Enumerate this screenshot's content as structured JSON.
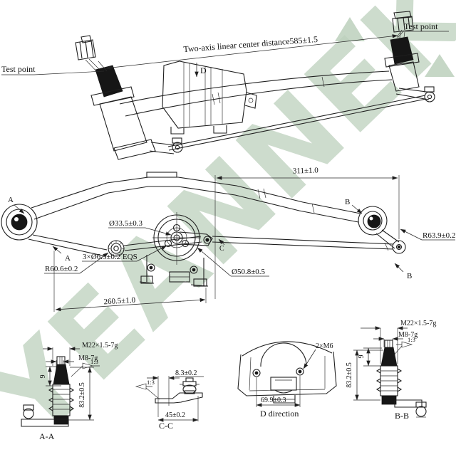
{
  "watermark": {
    "text": "YEANNEK",
    "color": "#c5d6c5"
  },
  "side_view": {
    "dim_center_distance": "Two-axis linear center distance585±1.5",
    "test_point_left": "Test point",
    "test_point_right": "Test point",
    "d_label": "D"
  },
  "plan_view": {
    "dim_311": "311±1.0",
    "dia_hub": "Ø33.5±0.3",
    "holes": "3×Ø6.5±0.2 EQS",
    "r_left": "R60.6±0.2",
    "r_right": "R63.9±0.2",
    "dia_mount": "Ø50.8±0.5",
    "dim_260": "260.5±1.0",
    "marker_a": "A",
    "marker_b": "B",
    "marker_c": "C"
  },
  "section_aa": {
    "caption": "A-A",
    "m22": "M22×1.5-7g",
    "m8": "M8-7g",
    "taper": "1:3",
    "dim9": "9",
    "dim83": "83.2±0.5"
  },
  "section_cc": {
    "caption": "C-C",
    "dim83mm": "8.3±0.2",
    "taper": "1:3",
    "dim45": "45±0.2"
  },
  "view_d": {
    "caption": "D direction",
    "bolts": "2×M6",
    "dim699": "69.9±0.3"
  },
  "section_bb": {
    "caption": "B-B",
    "m22": "M22×1.5-7g",
    "m8": "M8-7g",
    "taper": "1:3",
    "dim9": "9",
    "dim83": "83.2±0.5"
  }
}
